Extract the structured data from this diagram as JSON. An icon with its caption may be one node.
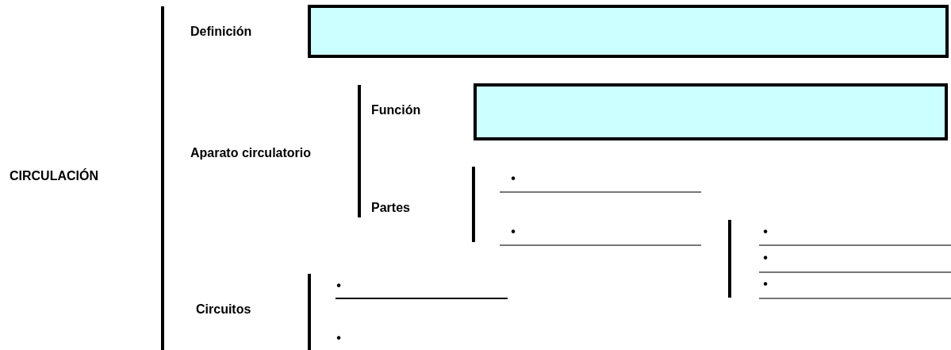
{
  "diagram": {
    "nodes": [
      {
        "text": [
          "CIRCULACIÓN"
        ]
      },
      {
        "text": [
          "Definición"
        ]
      },
      {
        "text": [],
        "shape": "box"
      },
      {
        "text": [
          "Aparato circulatorio"
        ]
      },
      {
        "text": [
          "Función"
        ]
      },
      {
        "text": [],
        "shape": "box"
      },
      {
        "text": [
          "Partes"
        ]
      },
      {
        "text": [
          "Circuitos"
        ]
      }
    ],
    "labels": [
      "•",
      "•",
      "•",
      "•",
      "•",
      "•",
      "•"
    ]
  }
}
